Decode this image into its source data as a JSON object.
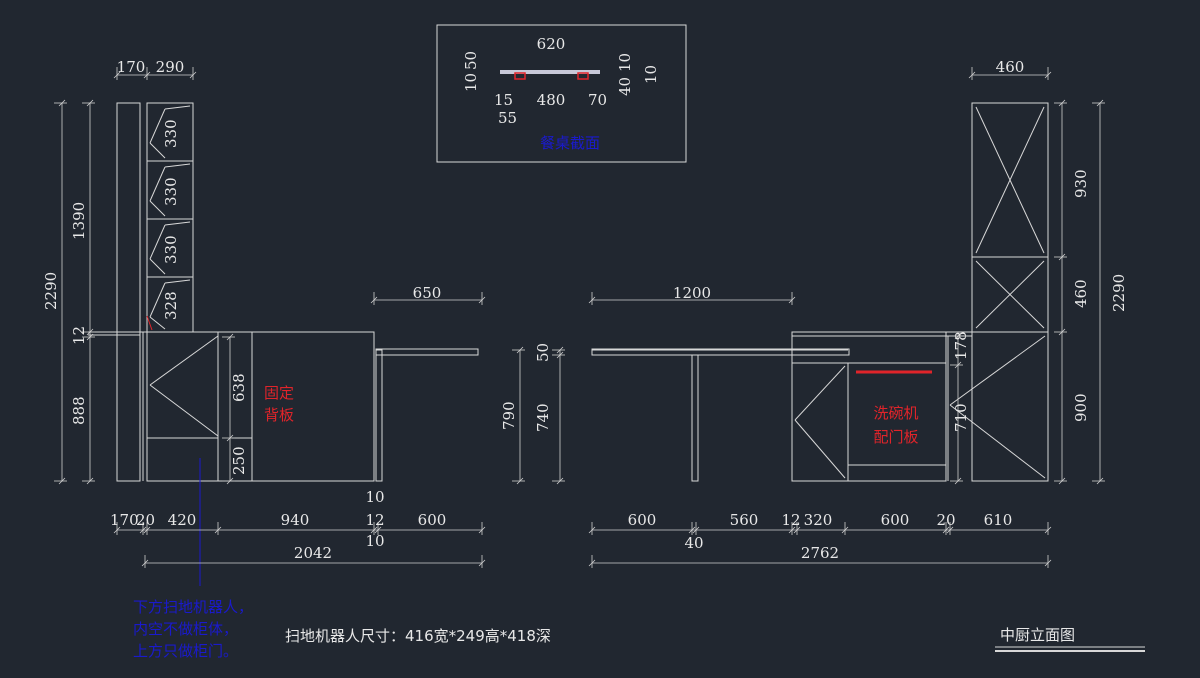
{
  "title": "中厨立面图",
  "inset": {
    "label": "餐桌截面",
    "dims": [
      "620",
      "10",
      "50",
      "15",
      "480",
      "70",
      "55",
      "40",
      "10",
      "10"
    ]
  },
  "left": {
    "top_dims": [
      "170",
      "290"
    ],
    "shelf_dims": [
      "330",
      "330",
      "330",
      "328"
    ],
    "vert_dims": [
      "2290",
      "1390",
      "12",
      "888"
    ],
    "inner_dims": [
      "638",
      "250"
    ],
    "board_label": [
      "固定",
      "背板"
    ],
    "right_dims": [
      "650",
      "790"
    ],
    "bottom_dims": [
      "170",
      "20",
      "420",
      "940",
      "10",
      "12",
      "10",
      "600"
    ],
    "total": "2042",
    "note": [
      "下方扫地机器人，",
      "内空不做柜体，",
      "上方只做柜门。"
    ]
  },
  "robot_size": "扫地机器人尺寸：416宽*249高*418深",
  "right": {
    "top_dim": "1200",
    "left_dims": [
      "50",
      "740"
    ],
    "dishwasher_label": [
      "洗碗机",
      "配门板"
    ],
    "inner_dims": [
      "178",
      "710"
    ],
    "tall_top": "460",
    "tall_dims": [
      "930",
      "460",
      "900",
      "2290"
    ],
    "bottom_dims": [
      "600",
      "40",
      "560",
      "12",
      "320",
      "600",
      "20",
      "610"
    ],
    "total": "2762"
  },
  "colors": {
    "background": "#212730",
    "accent_blue": "#1a1acc",
    "accent_red": "#e0242a"
  }
}
